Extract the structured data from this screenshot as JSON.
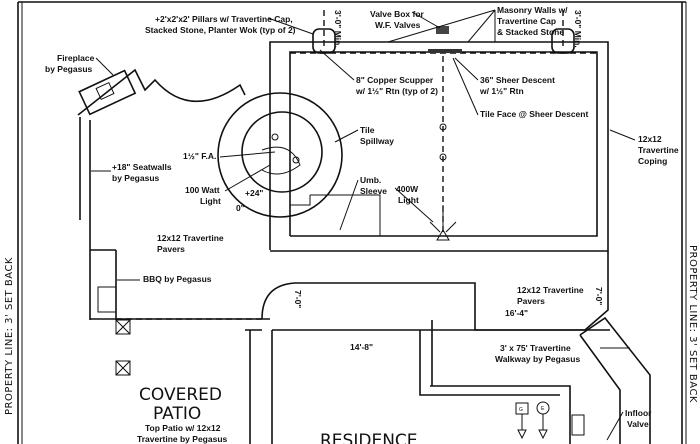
{
  "drawing": {
    "property_line_left": "PROPERTY  LINE:  3'  SET  BACK",
    "property_line_right": "PROPERTY  LINE:  3'  SET  BACK",
    "labels": {
      "pillars_1": "+2'x2'x2' Pillars w/ Travertine Cap,",
      "pillars_2": "Stacked Stone, Planter Wok (typ of 2)",
      "valve_box_1": "Valve Box for",
      "valve_box_2": "W.F. Valves",
      "masonry_1": "Masonry Walls w/",
      "masonry_2": "Travertine Cap",
      "masonry_3": "& Stacked Stone",
      "fireplace_1": "Fireplace",
      "fireplace_2": "by Pegasus",
      "scupper_1": "8\" Copper Scupper",
      "scupper_2": "w/ 1½\" Rtn (typ of 2)",
      "sheer_1": "36\" Sheer Descent",
      "sheer_2": "w/ 1½\" Rtn",
      "tile_face": "Tile Face @ Sheer Descent",
      "seatwalls_1": "+18\" Seatwalls",
      "seatwalls_2": "by Pegasus",
      "tile_spillway_1": "Tile",
      "tile_spillway_2": "Spillway",
      "fa": "1½\" F.A.",
      "coping_1": "12x12",
      "coping_2": "Travertine",
      "coping_3": "Coping",
      "light100_1": "100 Watt",
      "light100_2": "Light",
      "plus24": "+24\"",
      "zero": "0\"",
      "umb_1": "Umb.",
      "umb_2": "Sleeve",
      "light400_1": "400W",
      "light400_2": "Light",
      "pavers_left_1": "12x12 Travertine",
      "pavers_left_2": "Pavers",
      "bbq": "BBQ by Pegasus",
      "pavers_right_1": "12x12 Travertine",
      "pavers_right_2": "Pavers",
      "dim_7_0_left": "7'-0\"",
      "dim_7_0_right": "7'-0\"",
      "dim_16_4": "16'-4\"",
      "dim_14_8": "14'-8\"",
      "dim_3_0_left": "3'-0\" Min.",
      "dim_3_0_right": "3'-0\" Min.",
      "walkway_1": "3' x 75' Travertine",
      "walkway_2": "Walkway by Pegasus",
      "infloor_1": "Infloor",
      "infloor_2": "Valve",
      "covered_1": "COVERED",
      "covered_2": "PATIO",
      "top_patio_1": "Top Patio w/ 12x12",
      "top_patio_2": "Travertine by Pegasus",
      "residence": "RESIDENCE",
      "equip_g": "G",
      "equip_e": "E"
    }
  }
}
